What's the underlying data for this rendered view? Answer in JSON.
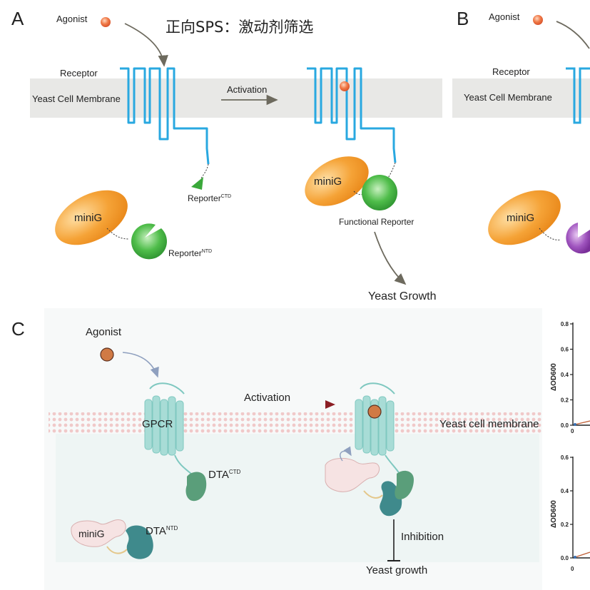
{
  "title_cn": "正向SPS：激动剂筛选",
  "panel_a": {
    "letter": "A",
    "agonist": "Agonist",
    "receptor": "Receptor",
    "membrane": "Yeast Cell Membrane",
    "activation": "Activation",
    "minig_left": "miniG",
    "minig_right": "miniG",
    "reporter_ctd_base": "Reporter",
    "reporter_ctd_sup": "CTD",
    "reporter_ntd_base": "Reporter",
    "reporter_ntd_sup": "NTD",
    "functional_reporter": "Functional Reporter",
    "yeast_growth": "Yeast Growth"
  },
  "panel_b": {
    "letter": "B",
    "agonist": "Agonist",
    "receptor": "Receptor",
    "membrane": "Yeast Cell Membrane",
    "minig": "miniG"
  },
  "panel_c": {
    "letter": "C",
    "agonist": "Agonist",
    "gpcr": "GPCR",
    "activation": "Activation",
    "membrane": "Yeast cell membrane",
    "dta_ctd_base": "DTA",
    "dta_ctd_sup": "CTD",
    "dta_ntd_base": "DTA",
    "dta_ntd_sup": "NTD",
    "minig": "miniG",
    "inhibition": "Inhibition",
    "yeast_growth": "Yeast growth"
  },
  "plot_top": {
    "ylabel": "ΔOD600",
    "ticks": [
      "0.8",
      "0.6",
      "0.4",
      "0.2",
      "0.0"
    ],
    "x0": "0"
  },
  "plot_bottom": {
    "ylabel": "ΔOD600",
    "ticks": [
      "0.6",
      "0.4",
      "0.2",
      "0.0"
    ],
    "x0": "0"
  },
  "colors": {
    "receptor_line": "#29a8e0",
    "membrane_band": "#e8e8e6",
    "minig_orange": "#f39a2c",
    "reporter_green": "#4cb84a",
    "reporter_purple": "#9a4fb3",
    "agonist_red": "#e46a3a",
    "gpcr_teal": "#a8dcd6",
    "dta_green": "#5a9e7a",
    "dta_teal": "#3f8a8c",
    "activation_arrow": "#8b1e24"
  }
}
